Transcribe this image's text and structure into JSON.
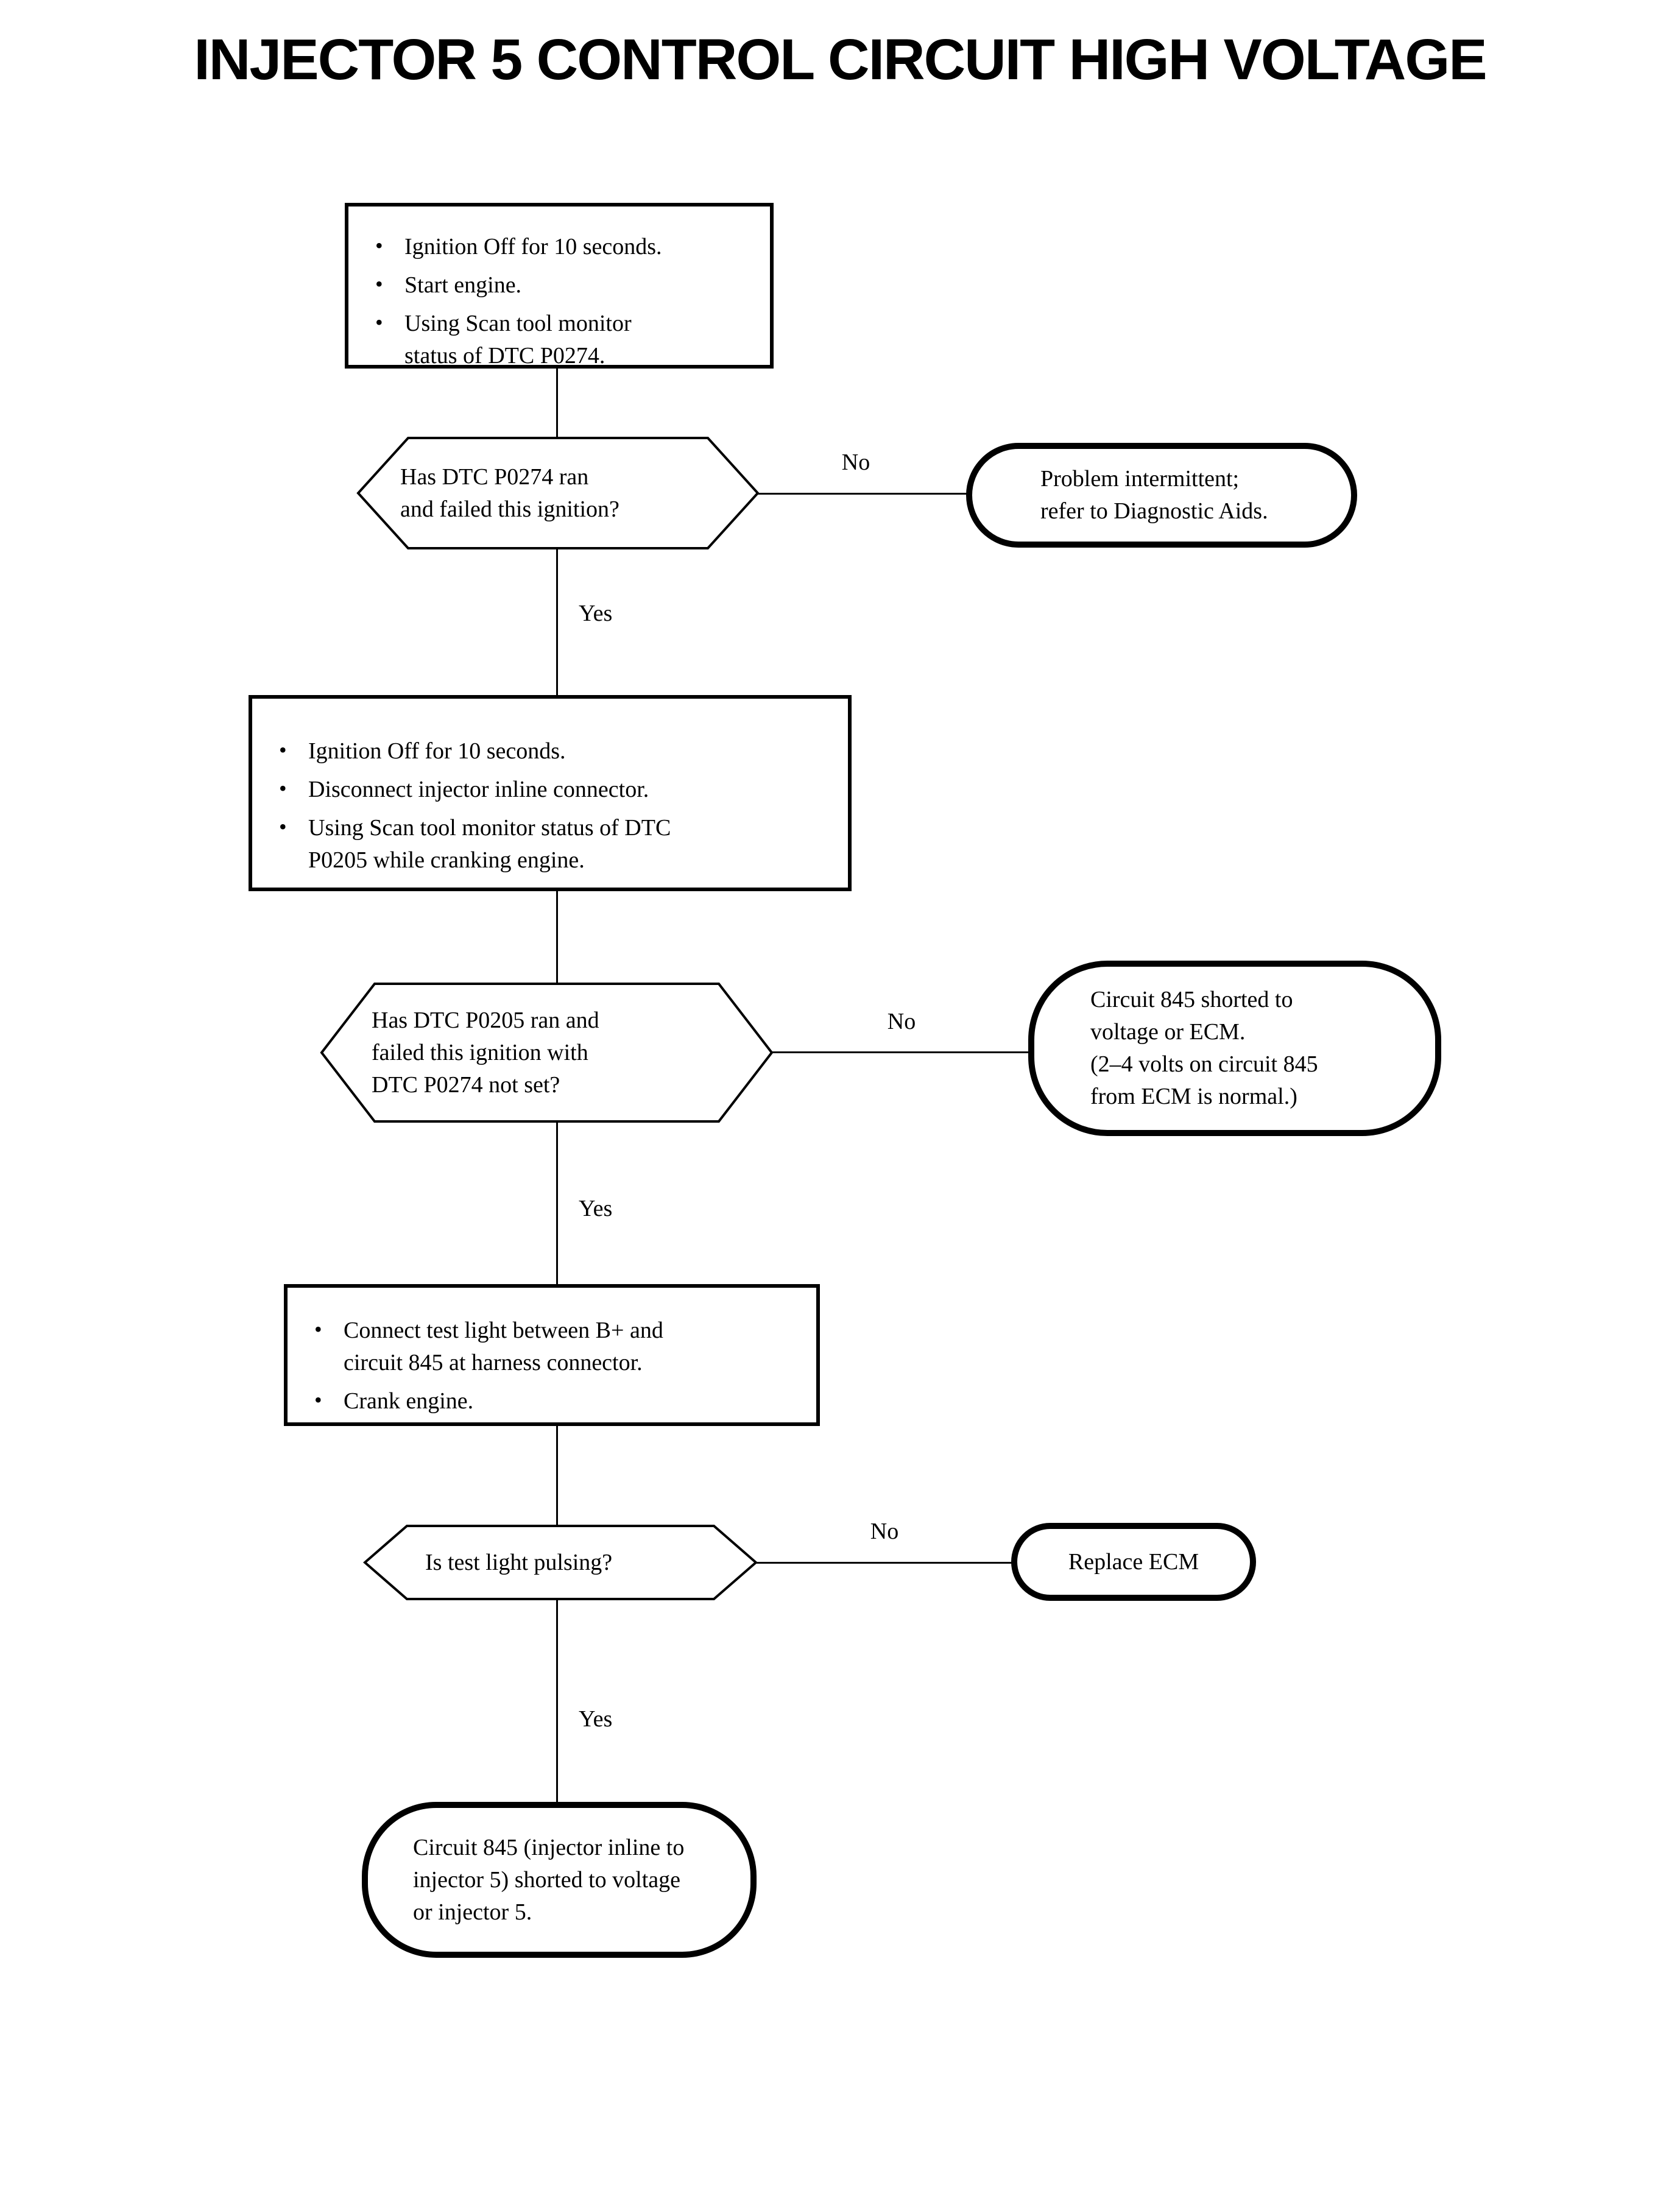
{
  "title": "INJECTOR 5 CONTROL CIRCUIT HIGH VOLTAGE",
  "labels": {
    "yes": "Yes",
    "no": "No",
    "bullet": "•"
  },
  "nodes": {
    "step1": {
      "type": "process",
      "bullets": [
        [
          "Ignition Off for 10 seconds."
        ],
        [
          "Start engine."
        ],
        [
          "Using Scan tool monitor",
          "status of DTC P0274."
        ]
      ]
    },
    "decision1": {
      "type": "decision",
      "lines": [
        "Has DTC P0274 ran",
        "and failed this ignition?"
      ]
    },
    "terminal1": {
      "type": "terminal",
      "lines": [
        "Problem intermittent;",
        "refer to Diagnostic Aids."
      ]
    },
    "step2": {
      "type": "process",
      "bullets": [
        [
          "Ignition Off for 10 seconds."
        ],
        [
          "Disconnect injector inline connector."
        ],
        [
          "Using Scan tool monitor status of DTC",
          "P0205 while cranking engine."
        ]
      ]
    },
    "decision2": {
      "type": "decision",
      "lines": [
        "Has DTC P0205 ran and",
        "failed this ignition with",
        "DTC P0274 not set?"
      ]
    },
    "terminal2": {
      "type": "terminal",
      "lines": [
        "Circuit 845 shorted to",
        "voltage or ECM.",
        "(2–4 volts on circuit 845",
        "from ECM is normal.)"
      ]
    },
    "step3": {
      "type": "process",
      "bullets": [
        [
          "Connect test light between B+ and",
          "circuit 845 at harness connector."
        ],
        [
          "Crank engine."
        ]
      ]
    },
    "decision3": {
      "type": "decision",
      "lines": [
        "Is test light pulsing?"
      ]
    },
    "terminal3": {
      "type": "terminal",
      "lines": [
        "Replace ECM"
      ]
    },
    "terminal4": {
      "type": "terminal",
      "lines": [
        "Circuit 845 (injector inline to",
        "injector 5) shorted to voltage",
        "or injector 5."
      ]
    }
  }
}
